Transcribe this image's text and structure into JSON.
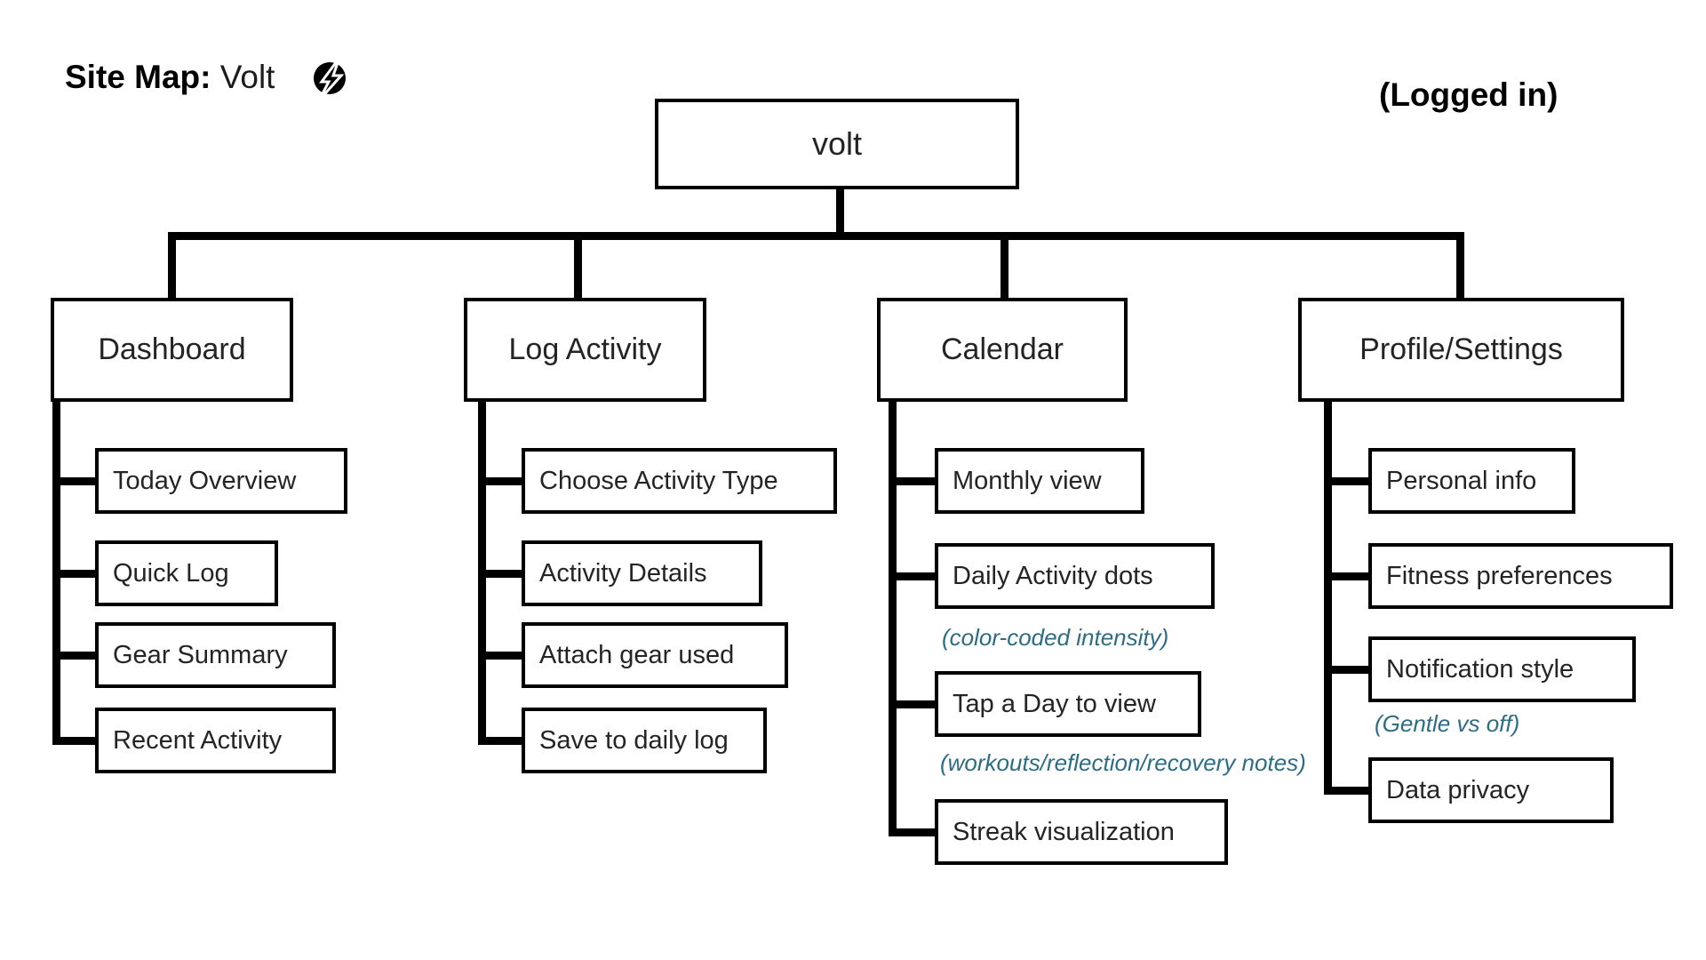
{
  "header": {
    "title_bold": "Site Map:",
    "title_regular": " Volt",
    "status": "(Logged in)",
    "logo_icon": "lightning-bolt-icon"
  },
  "root": {
    "label": "volt"
  },
  "branches": [
    {
      "label": "Dashboard",
      "children": [
        {
          "label": "Today Overview"
        },
        {
          "label": "Quick Log"
        },
        {
          "label": "Gear Summary"
        },
        {
          "label": "Recent Activity"
        }
      ]
    },
    {
      "label": "Log Activity",
      "children": [
        {
          "label": "Choose Activity Type"
        },
        {
          "label": "Activity Details"
        },
        {
          "label": "Attach gear used"
        },
        {
          "label": "Save to daily log"
        }
      ]
    },
    {
      "label": "Calendar",
      "children": [
        {
          "label": "Monthly view"
        },
        {
          "label": "Daily Activity dots",
          "note": "(color-coded intensity)"
        },
        {
          "label": "Tap a Day to view",
          "note": "(workouts/reflection/recovery notes)"
        },
        {
          "label": "Streak visualization"
        }
      ]
    },
    {
      "label": "Profile/Settings",
      "children": [
        {
          "label": "Personal info"
        },
        {
          "label": "Fitness preferences"
        },
        {
          "label": "Notification style",
          "note": "(Gentle vs off)"
        },
        {
          "label": "Data privacy"
        }
      ]
    }
  ],
  "colors": {
    "line": "#000000",
    "text": "#242424",
    "note": "#2d6c85",
    "background": "#ffffff"
  }
}
